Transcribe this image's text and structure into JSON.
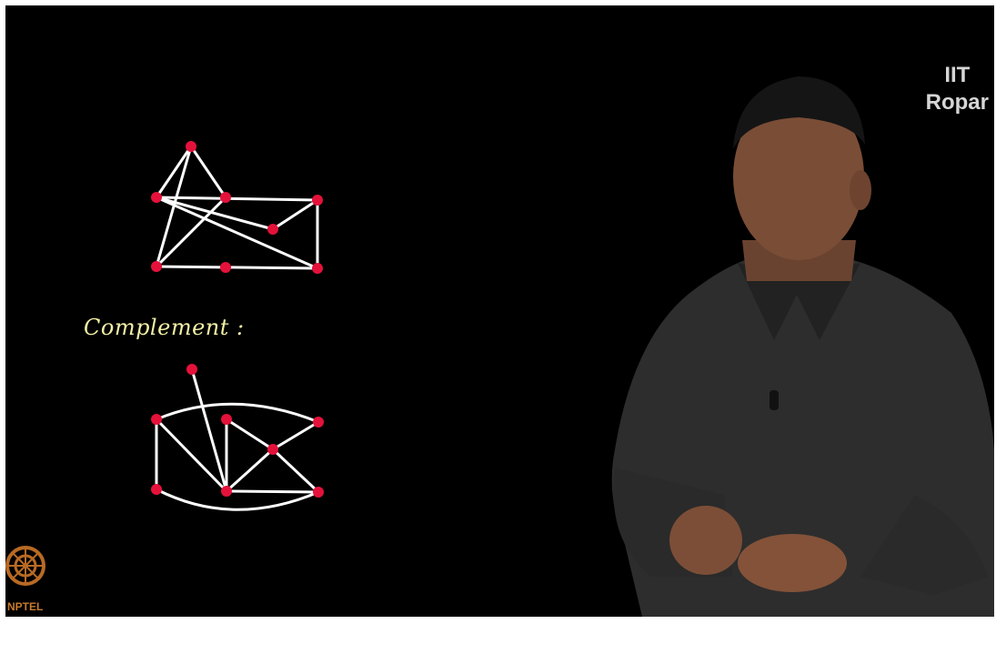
{
  "branding": {
    "line1": "IIT",
    "line2": "Ropar"
  },
  "board": {
    "caption": "Complement :"
  },
  "logo": {
    "text": "NPTEL"
  },
  "colors": {
    "background": "#000000",
    "vertex": "#e4123a",
    "edge": "#ffffff",
    "caption": "#f3f0a6",
    "brand": "#d6d6d6",
    "logo": "#c87a2c"
  },
  "icons": {
    "logo": "nptel-logo-icon",
    "presenter": "presenter-figure"
  }
}
